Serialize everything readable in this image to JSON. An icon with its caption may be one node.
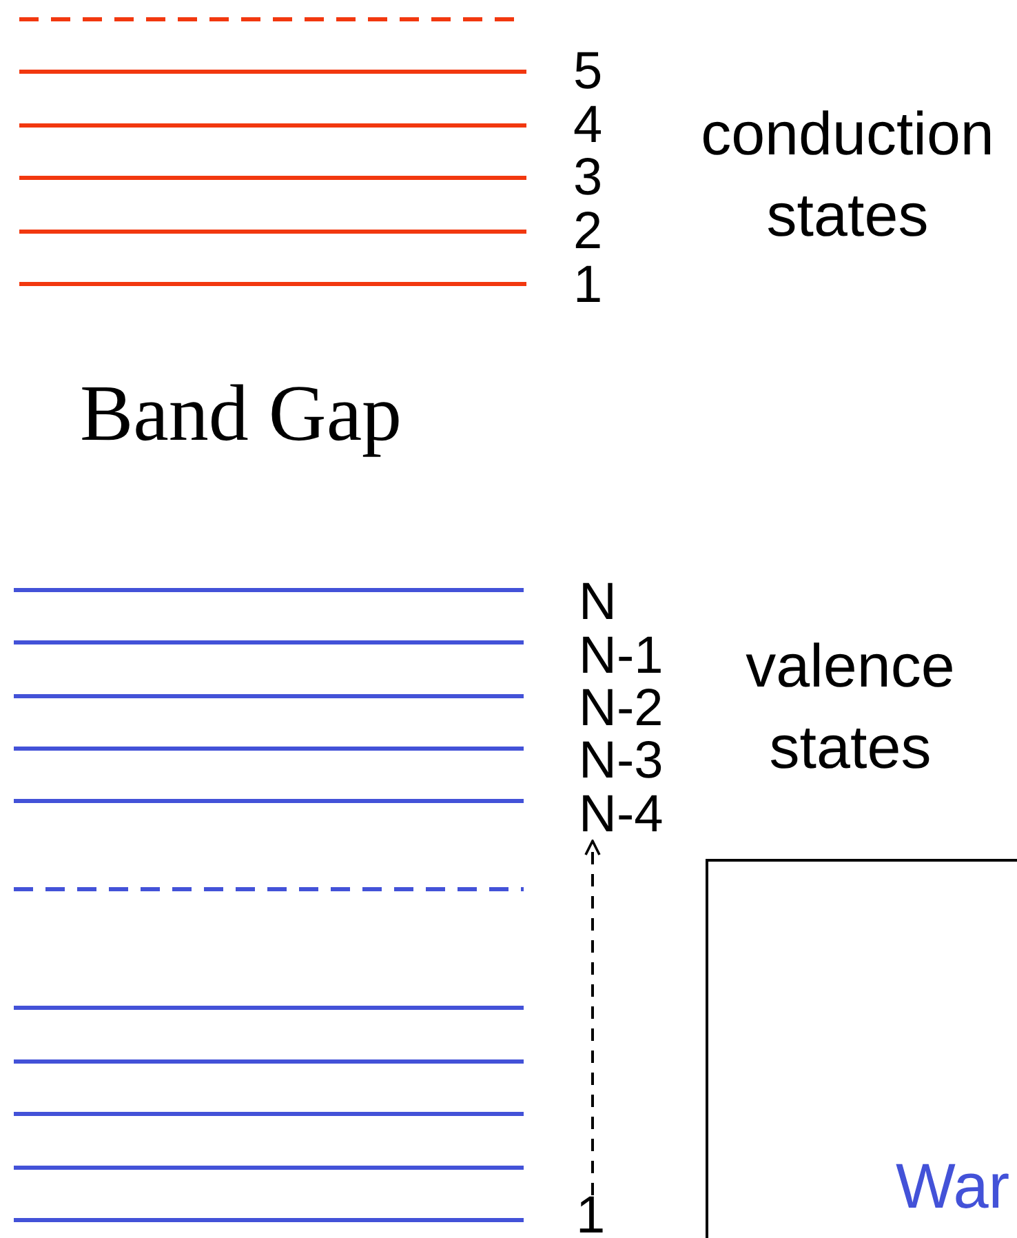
{
  "diagram": {
    "nodes": [
      {
        "text": [
          "N-4"
        ]
      },
      {
        "text": [
          "1"
        ]
      },
      {
        "text": [
          "War"
        ]
      }
    ],
    "edges": [
      {
        "from": 1,
        "to": 0,
        "arrow": "to",
        "style": "dashed"
      }
    ],
    "labels": [
      "5",
      "4",
      "3",
      "2",
      "1",
      "conduction states",
      "Band Gap",
      "N",
      "N-1",
      "N-2",
      "N-3",
      "valence states"
    ]
  }
}
